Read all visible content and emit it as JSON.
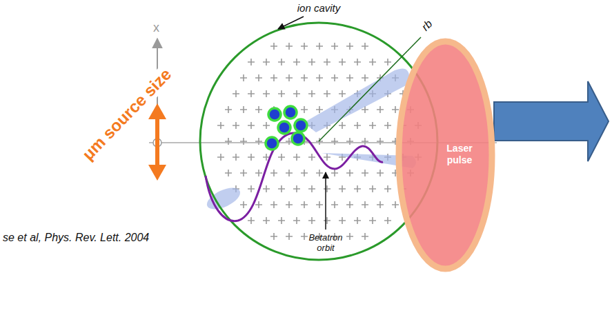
{
  "diagram": {
    "nodes": [
      {
        "text": [
          "Laser pulse"
        ]
      }
    ],
    "labels": [
      "ion cavity",
      "x",
      "rb",
      "μm source size",
      "se et al, Phys. Rev. Lett. 2004",
      "Betatron orbit"
    ]
  }
}
